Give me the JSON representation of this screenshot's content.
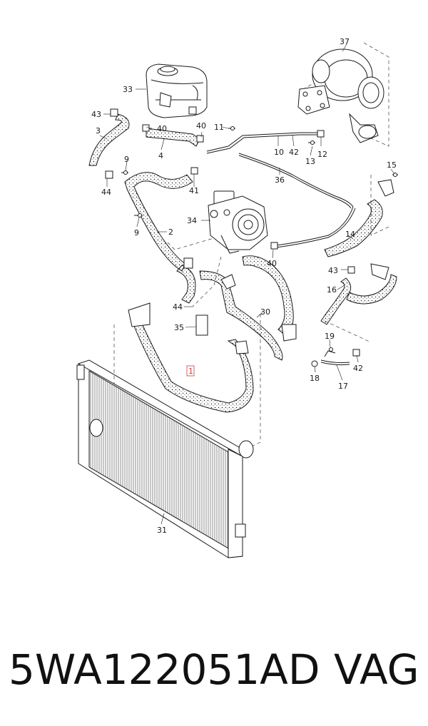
{
  "diagram": {
    "callouts": [
      "37",
      "33",
      "43",
      "40",
      "11",
      "3",
      "40",
      "4",
      "42",
      "10",
      "13",
      "12",
      "9",
      "44",
      "41",
      "15",
      "36",
      "34",
      "9",
      "2",
      "14",
      "40",
      "43",
      "16",
      "44",
      "30",
      "35",
      "19",
      "1",
      "18",
      "17",
      "42",
      "31"
    ],
    "highlighted_callout": "1",
    "colors": {
      "line": "#1a1a1a",
      "hose_fill": "#ffffff",
      "highlight": "#d23a3a"
    }
  },
  "footer": {
    "part_number": "5WA122051AD",
    "brand": "VAG"
  }
}
